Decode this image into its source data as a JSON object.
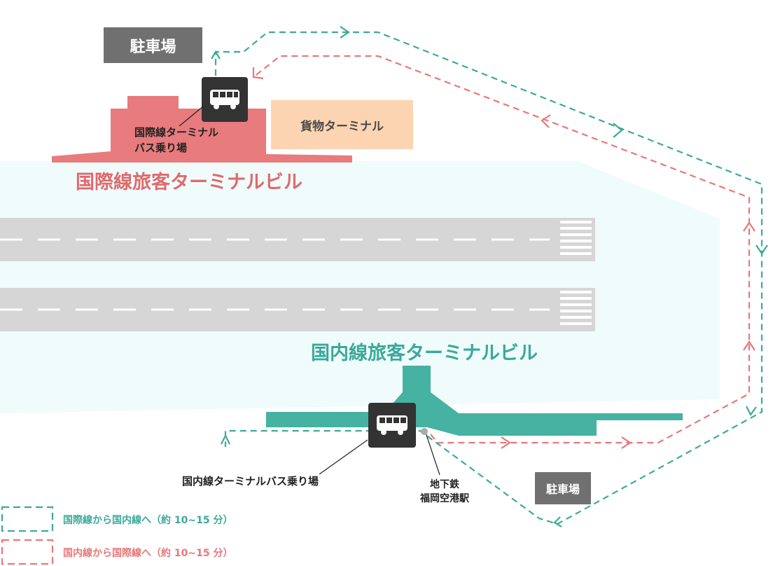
{
  "colors": {
    "international": "#e77b7d",
    "domestic": "#45b2a2",
    "route_intl_to_dom": "#3daa99",
    "route_dom_to_intl": "#e7787a",
    "airfield": "#f0fcfc",
    "runway": "#d6d6d6",
    "cargo": "#fcd4b1",
    "parking": "#707070",
    "bus_icon_bg": "#333333"
  },
  "icons": [
    "bus-icon",
    "subway-station-dot"
  ],
  "labels": {
    "parking_top": "駐車場",
    "parking_bottom": "駐車場",
    "cargo_terminal": "貨物ターミナル",
    "intl_bus_stop_line1": "国際線ターミナル",
    "intl_bus_stop_line2": "バス乗り場",
    "intl_terminal": "国際線旅客ターミナルビル",
    "domestic_terminal": "国内線旅客ターミナルビル",
    "domestic_bus_stop": "国内線ターミナルバス乗り場",
    "subway_line1": "地下鉄",
    "subway_line2": "福岡空港駅"
  },
  "legend": [
    {
      "label": "国際線から国内線へ（約 10~15 分）",
      "color": "#3daa99"
    },
    {
      "label": "国内線から国際線へ（約 10~15 分）",
      "color": "#e7787a"
    }
  ]
}
